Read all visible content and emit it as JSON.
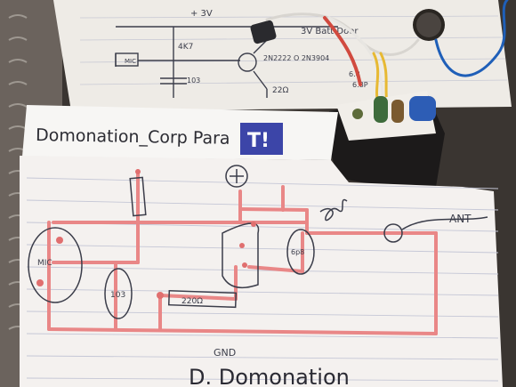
{
  "photo": {
    "top_sketch": {
      "supply_label": "+ 3V",
      "speaker_label": "3V Batt Door",
      "resistor_1": "4K7",
      "transistor_part": "2N2222\nO 2N3904",
      "resistor_2": "22Ω",
      "mic_label": "MIC",
      "cap_label": "103",
      "cap_2": "6.8",
      "cap_3": "6.8P"
    },
    "banner": {
      "title": "Domonation_Corp Para",
      "logo_letters": "T!"
    },
    "schematic": {
      "mic_label": "MIC",
      "cap_label": "103",
      "resistor_label": "220Ω",
      "cap_right": "6p8",
      "antenna_label": "ANT",
      "ground_label": "GND",
      "signature": "D. Domonation"
    },
    "colors": {
      "paper": "#f4f1ef",
      "red_trace": "#e98787",
      "ink": "#3b3d4a",
      "logo_blue": "#3c45a8"
    }
  }
}
